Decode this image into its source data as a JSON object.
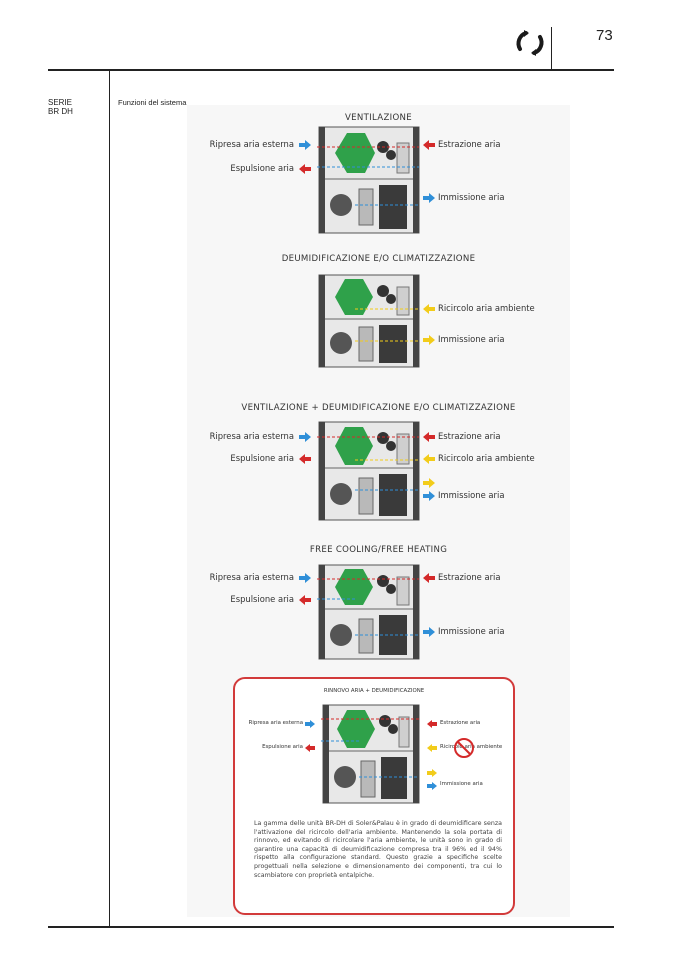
{
  "header": {
    "page_number": "73",
    "logo_icon": "circular-arrows-icon"
  },
  "sidebar": {
    "series_line1": "SERIE",
    "series_line2": "BR DH"
  },
  "section": {
    "title": "Funzioni del sistema"
  },
  "diagrams": [
    {
      "title": "VENTILAZIONE",
      "labels": {
        "left1": "Ripresa aria esterna",
        "left2": "Espulsione aria",
        "right1": "Estrazione aria",
        "right2": "Immissione aria"
      }
    },
    {
      "title": "DEUMIDIFICAZIONE E/O CLIMATIZZAZIONE",
      "labels": {
        "right1": "Ricircolo aria ambiente",
        "right2": "Immissione aria"
      }
    },
    {
      "title": "VENTILAZIONE + DEUMIDIFICAZIONE E/O CLIMATIZZAZIONE",
      "labels": {
        "left1": "Ripresa aria esterna",
        "left2": "Espulsione aria",
        "right1": "Estrazione aria",
        "right2": "Ricircolo aria ambiente",
        "right3": "Immissione aria"
      }
    },
    {
      "title": "FREE COOLING/FREE HEATING",
      "labels": {
        "left1": "Ripresa aria esterna",
        "left2": "Espulsione aria",
        "right1": "Estrazione aria",
        "right2": "Immissione aria"
      }
    }
  ],
  "highlight": {
    "title": "RINNOVO ARIA + DEUMIDIFICAZIONE",
    "labels": {
      "left1": "Ripresa aria esterna",
      "left2": "Espulsione aria",
      "right1": "Estrazione aria",
      "right2": "Ricircolo aria ambiente",
      "right3": "Immissione aria"
    },
    "description": "La gamma delle unità BR-DH di Soler&Palau è in grado di deumidificare senza l'attivazione del ricircolo dell'aria ambiente. Mantenendo la sola portata di rinnovo, ed evitando di ricircolare l'aria ambiente, le unità sono in grado di garantire una capacità di deumidificazione compresa tra il 96% ed il 94% rispetto alla configurazione standard. Questo grazie a specifiche scelte progettuali nella selezione e dimensionamento dei componenti, tra cui lo scambiatore con proprietà entalpiche."
  },
  "colors": {
    "red_arrow": "#d42a2a",
    "blue_arrow": "#2f8fd8",
    "yellow_arrow": "#f2cc1a",
    "exchanger": "#2fa14a",
    "frame": "#d23a3a"
  }
}
